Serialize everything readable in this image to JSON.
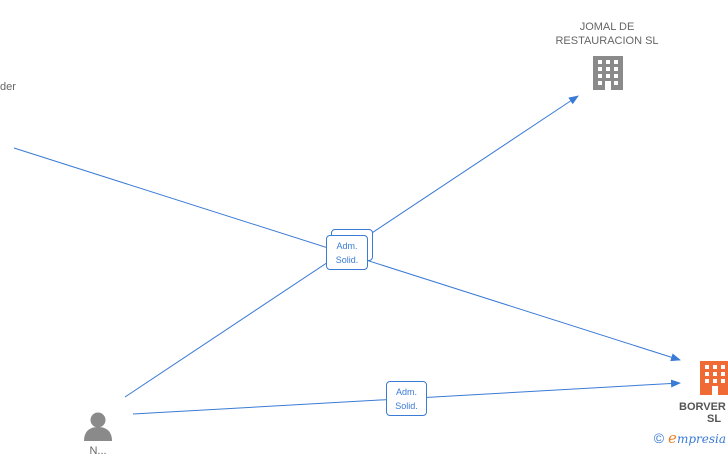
{
  "nodes": {
    "left_person_name_fragment": "der",
    "company_top": {
      "line1": "JOMAL DE",
      "line2": "RESTAURACION SL"
    },
    "company_right": {
      "name": "BORVER",
      "name_line2": "SL"
    },
    "person_bottom": {
      "name": "N..."
    }
  },
  "edges": {
    "center_label_line1": "Adm.",
    "center_label_line2": "Solid.",
    "bottom_label_line1": "Adm.",
    "bottom_label_line2": "Solid."
  },
  "colors": {
    "edge": "#3a7bd5",
    "company_inactive": "#8a8a8a",
    "company_active": "#f06a35",
    "person": "#8a8a8a"
  },
  "footer": {
    "copyright_symbol": "©",
    "brand_first": "e",
    "brand_rest": "mpresia"
  }
}
